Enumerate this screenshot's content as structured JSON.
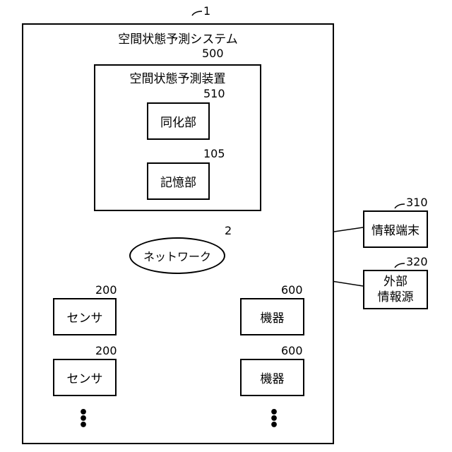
{
  "system": {
    "ref": "1",
    "title": "空間状態予測システム"
  },
  "device": {
    "ref": "500",
    "title": "空間状態予測装置"
  },
  "sync_unit": {
    "ref": "510",
    "label": "同化部"
  },
  "storage_unit": {
    "ref": "105",
    "label": "記憶部"
  },
  "network": {
    "ref": "2",
    "label": "ネットワーク"
  },
  "info_terminal": {
    "ref": "310",
    "label": "情報端末"
  },
  "external_source": {
    "ref": "320",
    "line1": "外部",
    "line2": "情報源"
  },
  "sensors": [
    {
      "ref": "200",
      "label": "センサ"
    },
    {
      "ref": "200",
      "label": "センサ"
    }
  ],
  "equipment": [
    {
      "ref": "600",
      "label": "機器"
    },
    {
      "ref": "600",
      "label": "機器"
    }
  ],
  "ellipsis": "⋮"
}
